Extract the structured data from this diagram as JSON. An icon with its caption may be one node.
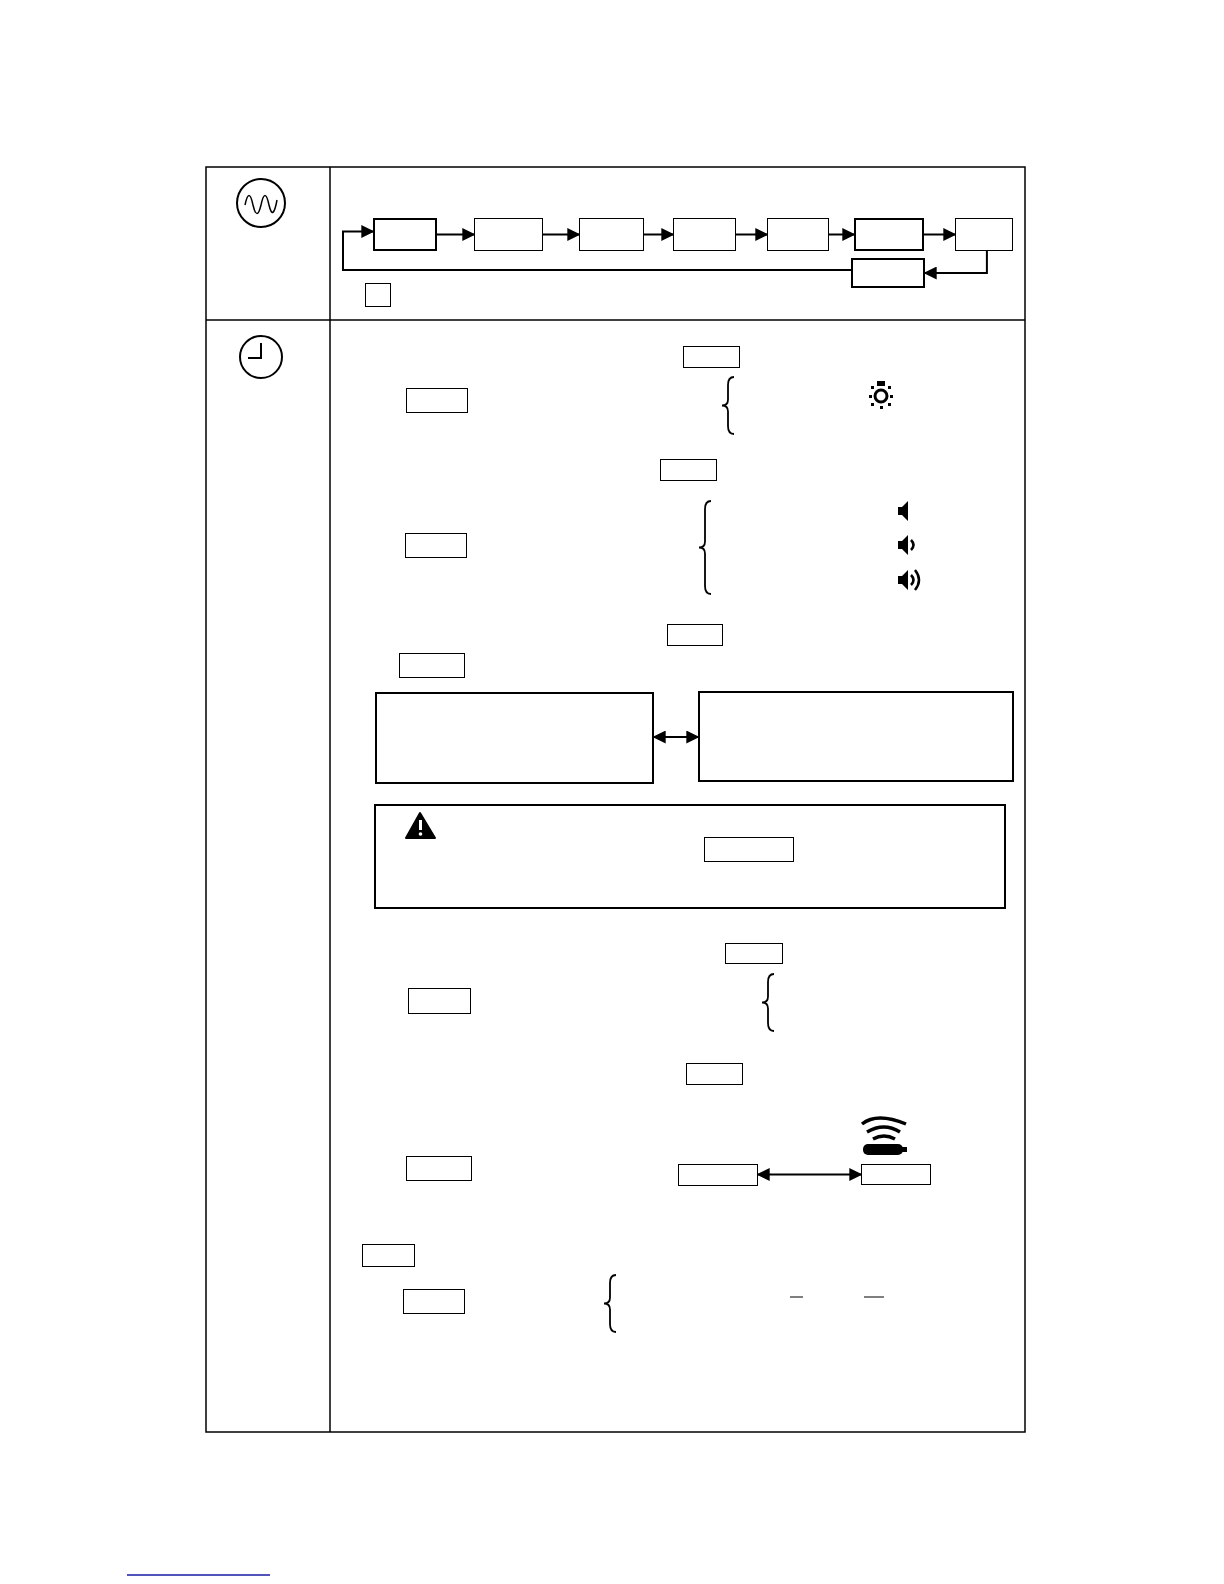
{
  "diagram": {
    "nodes": [
      {
        "text": [],
        "shape": "box"
      },
      {
        "text": [],
        "shape": "box"
      },
      {
        "text": [],
        "shape": "box"
      },
      {
        "text": [],
        "shape": "box"
      },
      {
        "text": [],
        "shape": "box"
      },
      {
        "text": [],
        "shape": "box"
      },
      {
        "text": [],
        "shape": "box"
      },
      {
        "text": [],
        "shape": "box"
      },
      {
        "text": [],
        "shape": "box"
      },
      {
        "text": [],
        "shape": "box"
      },
      {
        "text": [],
        "shape": "box"
      },
      {
        "text": [],
        "shape": "box"
      },
      {
        "text": [],
        "shape": "box"
      },
      {
        "text": [],
        "shape": "box"
      },
      {
        "text": [],
        "shape": "box"
      },
      {
        "text": [],
        "shape": "box"
      },
      {
        "text": [],
        "shape": "box"
      },
      {
        "text": [],
        "shape": "box"
      },
      {
        "text": [],
        "shape": "box",
        "in": 17
      },
      {
        "text": [],
        "shape": "box"
      },
      {
        "text": [],
        "shape": "box"
      },
      {
        "text": [],
        "shape": "box"
      },
      {
        "text": [],
        "shape": "box"
      },
      {
        "text": [],
        "shape": "box"
      },
      {
        "text": [],
        "shape": "box"
      },
      {
        "text": [],
        "shape": "box"
      },
      {
        "text": [],
        "shape": "box"
      }
    ],
    "edges": [
      {
        "from": 0,
        "to": 1,
        "arrow": "to"
      },
      {
        "from": 1,
        "to": 2,
        "arrow": "to"
      },
      {
        "from": 2,
        "to": 3,
        "arrow": "to"
      },
      {
        "from": 3,
        "to": 4,
        "arrow": "to"
      },
      {
        "from": 4,
        "to": 5,
        "arrow": "to"
      },
      {
        "from": 5,
        "to": 6,
        "arrow": "to"
      },
      {
        "from": 6,
        "to": 7,
        "arrow": "to"
      },
      {
        "from": 7,
        "to": 0,
        "arrow": "to"
      },
      {
        "from": 15,
        "to": 16,
        "arrow": "both"
      },
      {
        "from": 23,
        "to": 24,
        "arrow": "both"
      }
    ]
  }
}
